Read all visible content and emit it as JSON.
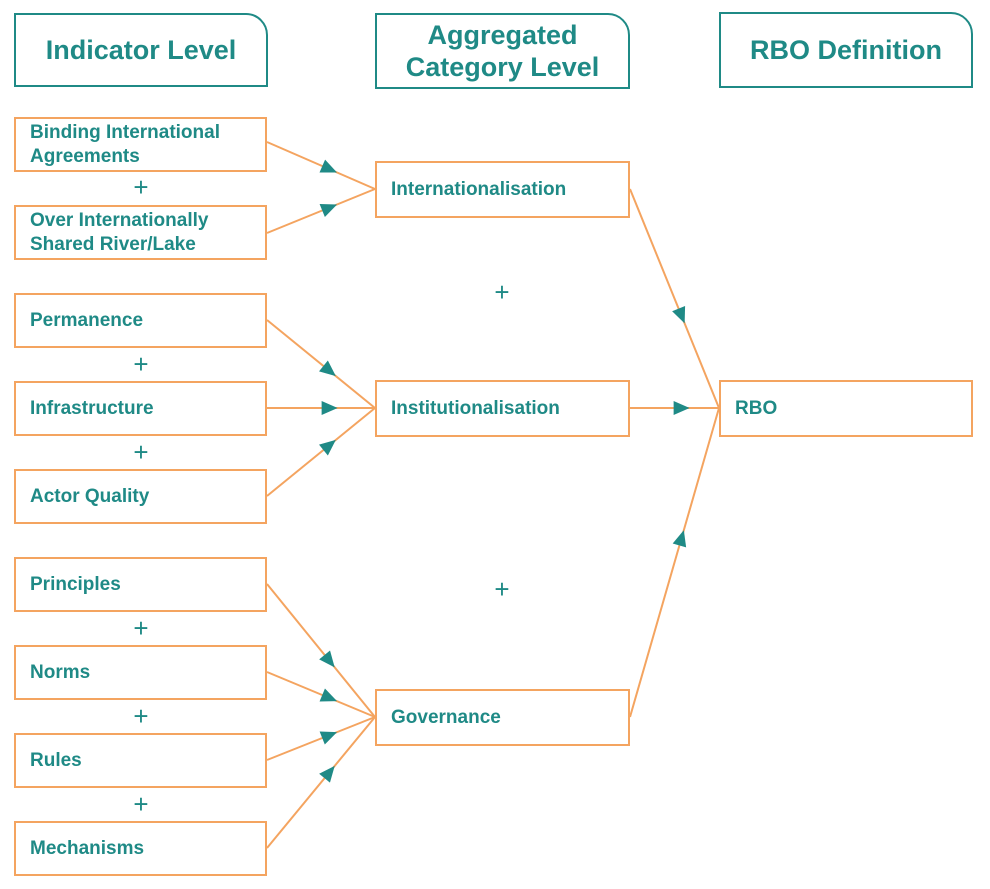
{
  "headers": {
    "indicator": "Indicator Level",
    "aggregated_line1": "Aggregated",
    "aggregated_line2": "Category Level",
    "rbo_definition": "RBO Definition"
  },
  "indicators": [
    "Binding International Agreements",
    "Over Internationally Shared River/Lake",
    "Permanence",
    "Infrastructure",
    "Actor Quality",
    "Principles",
    "Norms",
    "Rules",
    "Mechanisms"
  ],
  "indicator_lines": {
    "binding_1": "Binding International",
    "binding_2": "Agreements",
    "shared_1": "Over Internationally",
    "shared_2": "Shared River/Lake"
  },
  "categories": [
    "Internationalisation",
    "Institutionalisation",
    "Governance"
  ],
  "definition": "RBO",
  "plus_symbol": "+",
  "colors": {
    "teal": "#1f8a86",
    "orange": "#f4a460"
  }
}
